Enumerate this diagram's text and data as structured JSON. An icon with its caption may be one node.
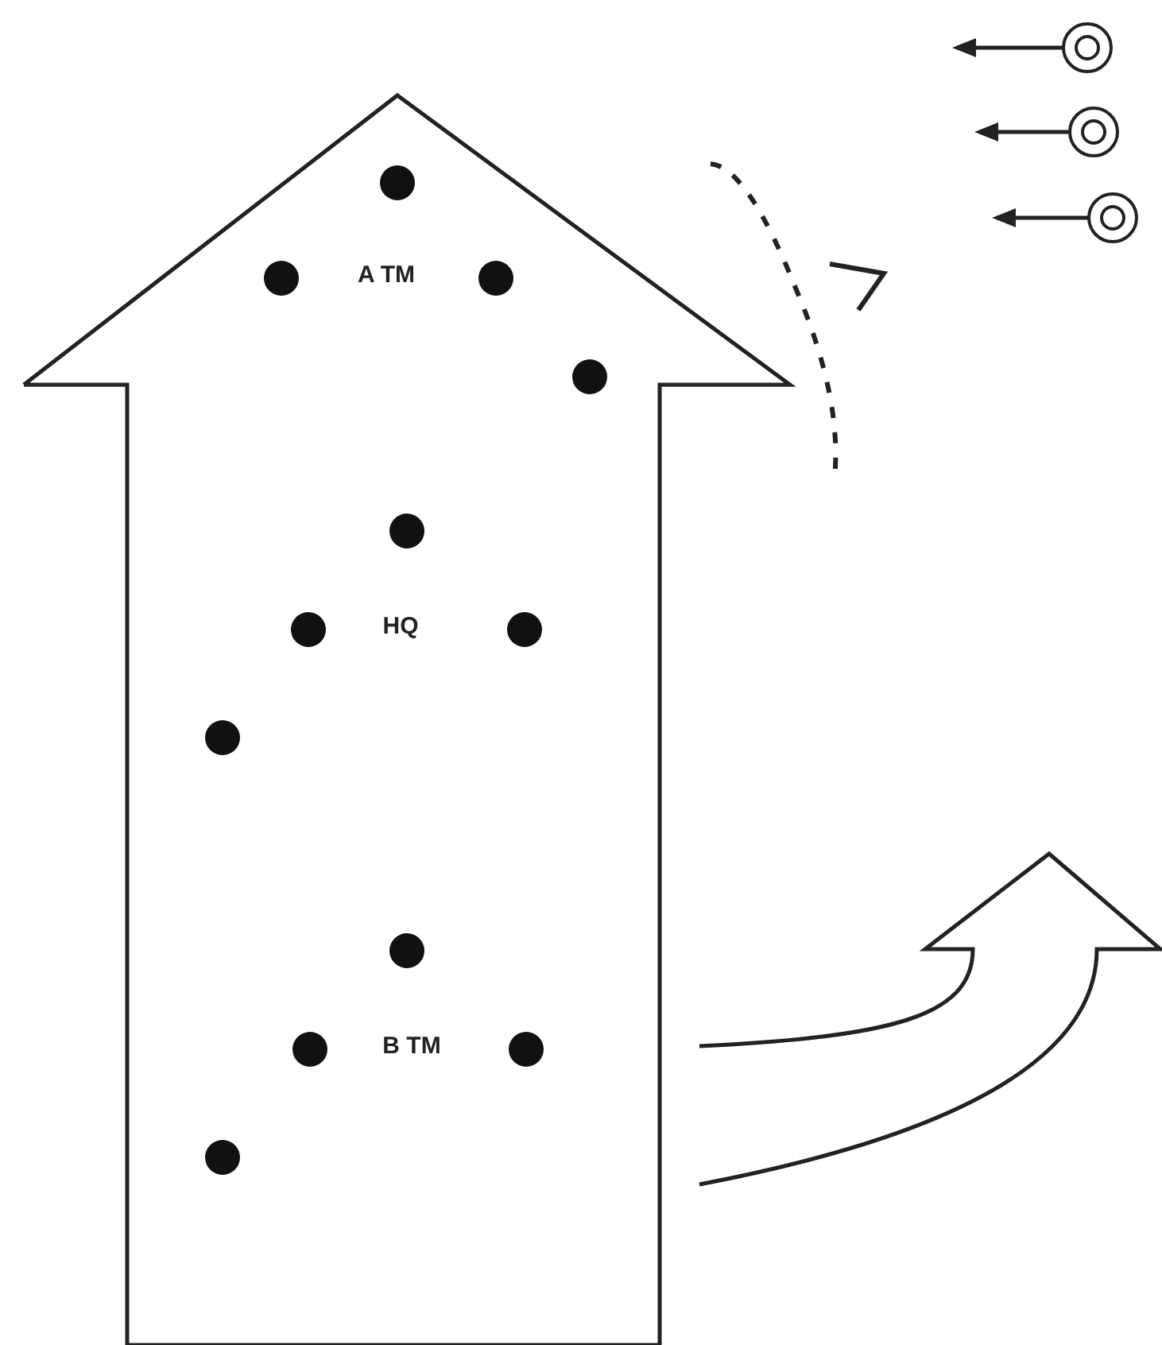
{
  "diagram": {
    "nodes": [
      {
        "text": [
          "A TM",
          "HQ",
          "B TM"
        ]
      },
      {
        "text": [],
        "shape": "circle"
      },
      {
        "text": [],
        "shape": "circle"
      },
      {
        "text": [],
        "shape": "circle"
      }
    ],
    "edges": [
      {
        "from": 1,
        "to": null,
        "arrow": "to"
      },
      {
        "from": 2,
        "to": null,
        "arrow": "to"
      },
      {
        "from": 3,
        "to": null,
        "arrow": "to"
      }
    ]
  }
}
